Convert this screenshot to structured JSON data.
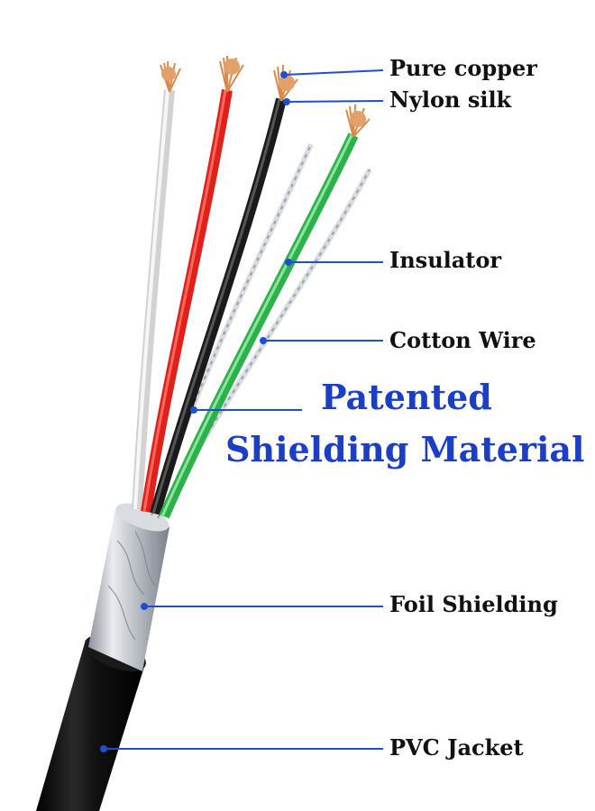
{
  "headline": {
    "line1": "Patented",
    "line2": "Shielding Material"
  },
  "callouts": [
    {
      "id": "pure-copper",
      "label": "Pure copper"
    },
    {
      "id": "nylon-silk",
      "label": "Nylon silk"
    },
    {
      "id": "insulator",
      "label": "Insulator"
    },
    {
      "id": "cotton-wire",
      "label": "Cotton Wire"
    },
    {
      "id": "foil-shielding",
      "label": "Foil Shielding"
    },
    {
      "id": "pvc-jacket",
      "label": "PVC Jacket"
    }
  ],
  "colors": {
    "leader_line": "#1f4fd1",
    "headline": "#1a3fc4",
    "label_text": "#111111",
    "wire_white": "#e6e6e6",
    "wire_red": "#e0201a",
    "wire_black": "#1a1a1a",
    "wire_green": "#2bb24a",
    "copper": "#d98a4a",
    "foil": "#c8ccd2",
    "jacket": "#0d0d0d"
  }
}
